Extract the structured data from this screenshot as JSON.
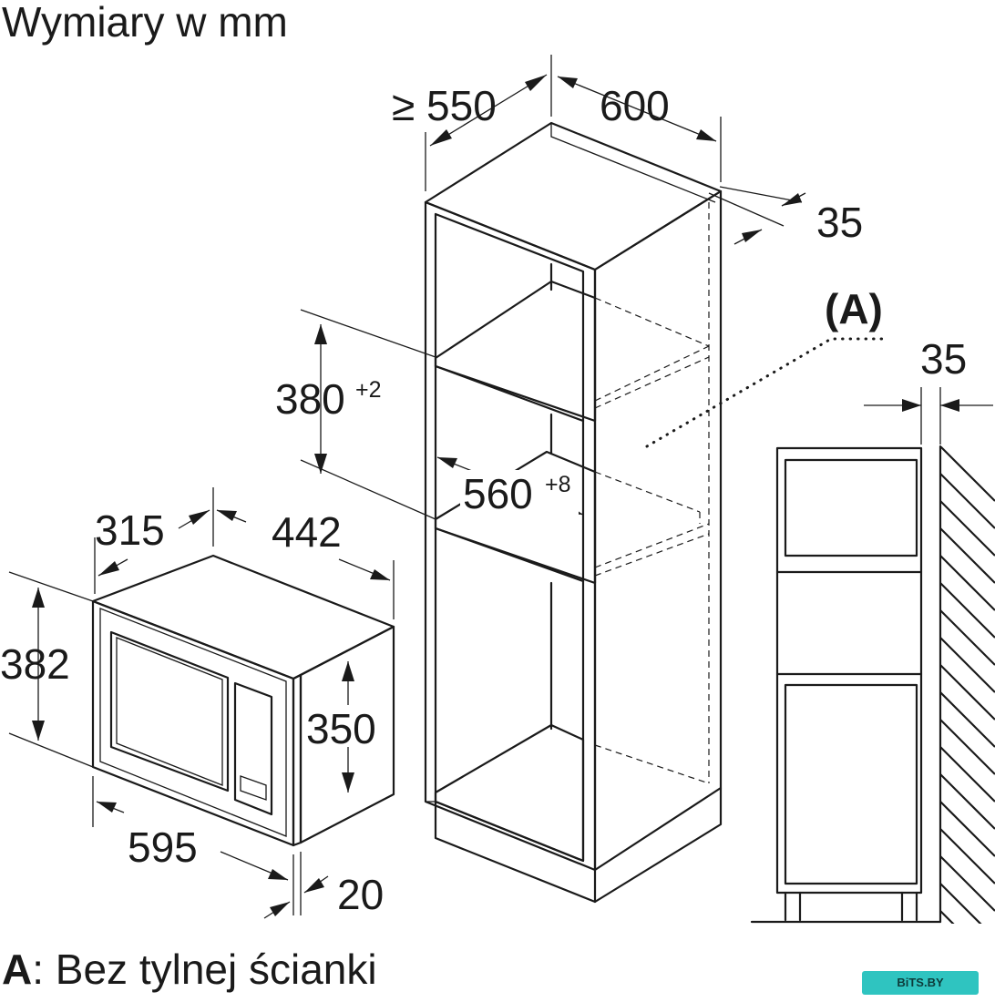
{
  "title": "Wymiary w mm",
  "footnote": {
    "marker": "A",
    "text": ": Bez tylnej ścianki"
  },
  "cabinet": {
    "depth_min": "≥ 550",
    "width": "600",
    "back_gap": "35",
    "niche_height": "380",
    "niche_height_tol": "+2",
    "niche_width": "560",
    "niche_width_tol": "+8"
  },
  "detail": {
    "label": "(A)",
    "wall_gap": "35"
  },
  "appliance": {
    "total_height": "382",
    "body_height": "350",
    "depth": "315",
    "body_width": "442",
    "front_width": "595",
    "front_thickness": "20"
  },
  "watermark": "BiTS.BY"
}
